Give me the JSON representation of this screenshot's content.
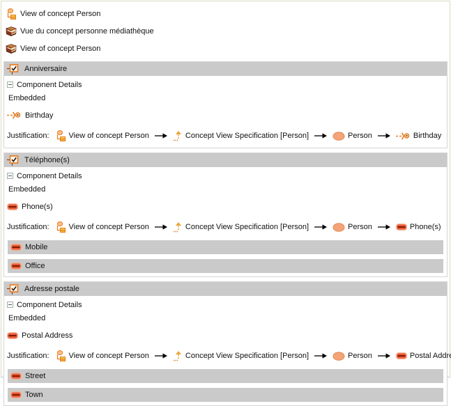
{
  "top_items": [
    {
      "icon": "concept-view-icon",
      "label": "View of concept Person"
    },
    {
      "icon": "library-icon",
      "label": "Vue du concept personne médiathèque"
    },
    {
      "icon": "library-icon",
      "label": "View of concept Person"
    }
  ],
  "sections": [
    {
      "title": "Anniversaire",
      "details_label": "Component Details",
      "embedded_label": "Embedded",
      "attribute_label": "Birthday",
      "justification_label": "Justification:",
      "justification_path": [
        {
          "icon": "concept-view-icon",
          "label": "View of concept Person"
        },
        {
          "icon": "spec-arrow-icon",
          "label": "Concept View Specification [Person]"
        },
        {
          "icon": "person-icon",
          "label": "Person"
        },
        {
          "icon": "association-icon",
          "label": "Birthday"
        }
      ],
      "children": []
    },
    {
      "title": "Téléphone(s)",
      "details_label": "Component Details",
      "embedded_label": "Embedded",
      "attribute_label": "Phone(s)",
      "justification_label": "Justification:",
      "justification_path": [
        {
          "icon": "concept-view-icon",
          "label": "View of concept Person"
        },
        {
          "icon": "spec-arrow-icon",
          "label": "Concept View Specification [Person]"
        },
        {
          "icon": "person-icon",
          "label": "Person"
        },
        {
          "icon": "attribute-icon",
          "label": "Phone(s)"
        }
      ],
      "children": [
        "Mobile",
        "Office"
      ]
    },
    {
      "title": "Adresse postale",
      "details_label": "Component Details",
      "embedded_label": "Embedded",
      "attribute_label": "Postal Address",
      "justification_label": "Justification:",
      "justification_path": [
        {
          "icon": "concept-view-icon",
          "label": "View of concept Person"
        },
        {
          "icon": "spec-arrow-icon",
          "label": "Concept View Specification [Person]"
        },
        {
          "icon": "person-icon",
          "label": "Person"
        },
        {
          "icon": "attribute-icon",
          "label": "Postal Address"
        }
      ],
      "children": [
        "Street",
        "Town"
      ]
    }
  ],
  "colors": {
    "bar_gray": "#CACACA",
    "accent_orange": "#E8791C",
    "person_fill": "#F4A478",
    "attribute_red": "#E8593A",
    "frame_border": "#D9D9C6"
  }
}
